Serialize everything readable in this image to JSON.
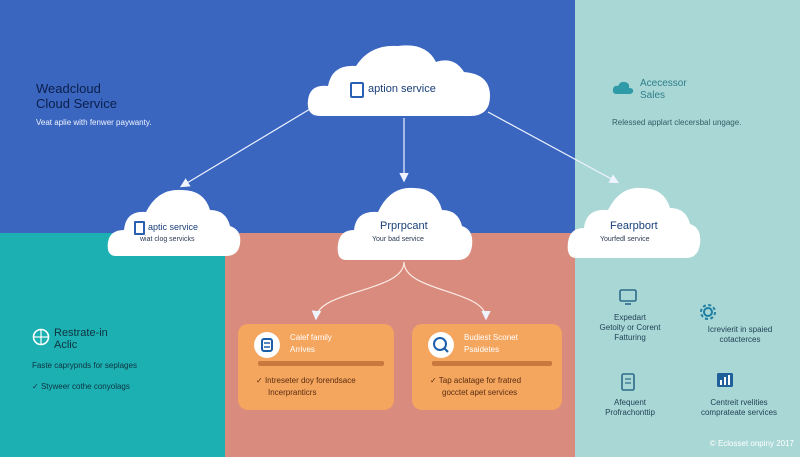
{
  "left_panel": {
    "title_line1": "Weadcloud",
    "title_line2": "Cloud Service",
    "subtitle": "Veat aplie with fenwer paywanty."
  },
  "right_panel": {
    "title_line1": "Acecessor",
    "title_line2": "Sales",
    "subtitle": "Relessed applart clecersbal ungage."
  },
  "teal_panel": {
    "title_line1": "Restrate-in",
    "title_line2": "Aclic",
    "bullet1": "Faste caprypnds for seplages",
    "bullet2": "Styweer cothe conyolags"
  },
  "clouds": {
    "top": {
      "label": "aption service"
    },
    "left": {
      "title": "aptic service",
      "subtitle": "wiat clog servicks"
    },
    "center": {
      "title": "Prprpcant",
      "subtitle": "Your bad service"
    },
    "right": {
      "title": "Fearpbort",
      "subtitle": "Yourfedl service"
    }
  },
  "cards": [
    {
      "title_line1": "Calef family",
      "title_line2": "Arrives",
      "body_line1": "Intreseter doy forendsace",
      "body_line2": "Incerpranticrs"
    },
    {
      "title_line1": "Budiest Sconet",
      "title_line2": "Psaidetes",
      "body_line1": "Tap aclatage for fratred",
      "body_line2": "gocctet apet services"
    }
  ],
  "features": [
    {
      "icon": "monitor-icon",
      "line1": "Expedart",
      "line2": "Getoity or Corent",
      "line3": "Fatturing"
    },
    {
      "icon": "gear-icon",
      "line1": "Icrevierit in spaied",
      "line2": "cotacterces",
      "line3": ""
    },
    {
      "icon": "document-icon",
      "line1": "Afequent",
      "line2": "Profrachonttip",
      "line3": ""
    },
    {
      "icon": "chart-icon",
      "line1": "Centreit rvelities",
      "line2": "comprateate services",
      "line3": ""
    }
  ],
  "copyright": "© Eclosset onpiny 2017",
  "colors": {
    "blue_panel": "#3a66c0",
    "light_teal_panel": "#a9d7d5",
    "teal_panel": "#1db0b2",
    "salmon_panel": "#d98b7d",
    "card": "#f4a55e",
    "cloud": "#ffffff"
  }
}
